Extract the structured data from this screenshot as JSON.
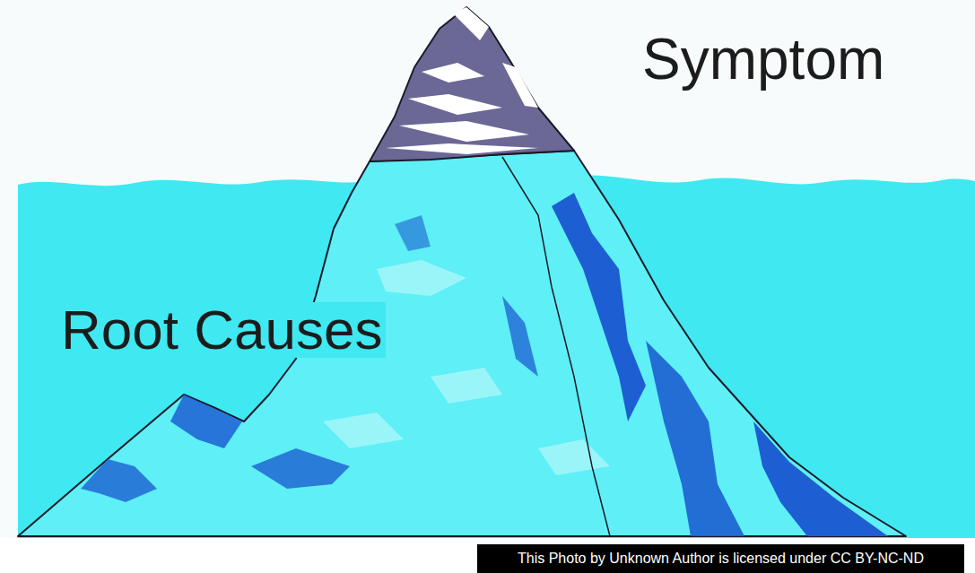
{
  "diagram": {
    "nodes": [
      {
        "text": [
          "This Photo by Unknown Author is licensed under CC BY-NC-ND"
        ]
      }
    ],
    "labels": [
      "Symptom",
      "Root Causes"
    ]
  }
}
